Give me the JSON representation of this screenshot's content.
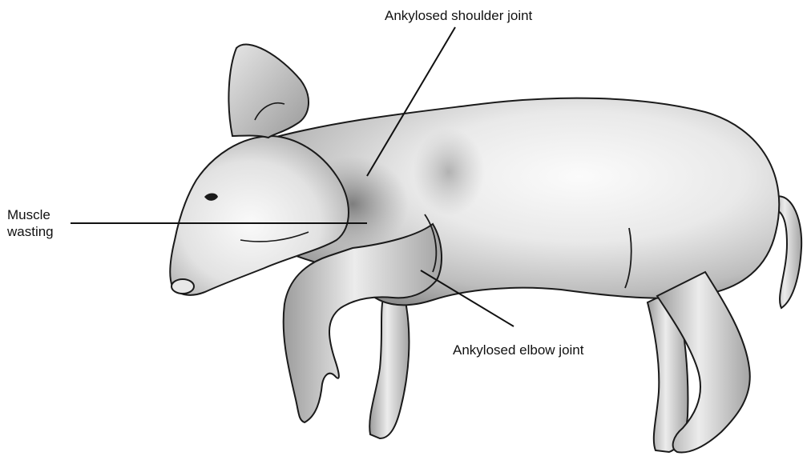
{
  "labels": {
    "shoulder": "Ankylosed shoulder joint",
    "muscle_line1": "Muscle",
    "muscle_line2": "wasting",
    "elbow": "Ankylosed elbow joint"
  },
  "colors": {
    "outline": "#1a1a1a",
    "body_light": "#f4f4f4",
    "body_mid": "#c8c8c8",
    "body_dark": "#8a8a8a",
    "leader_line": "#111111"
  }
}
